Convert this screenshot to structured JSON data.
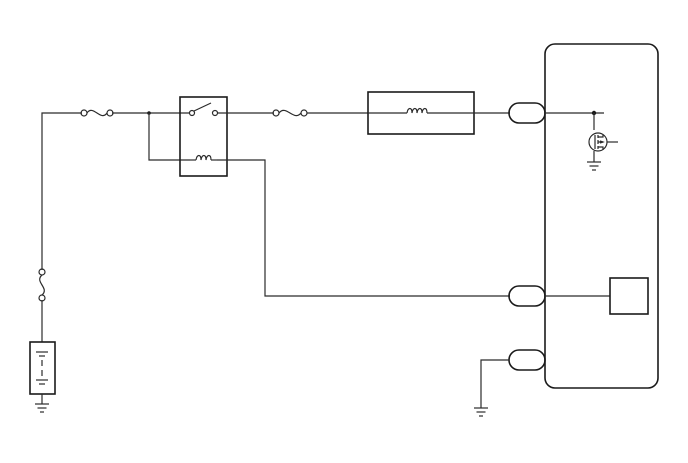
{
  "diagram": {
    "kind": "wiring-schematic",
    "colors": {
      "line": "#2b2b2b",
      "heavy": "#1a1a1a",
      "background": "#ffffff"
    },
    "components": [
      {
        "id": "battery",
        "icon": "battery-icon"
      },
      {
        "id": "fuse-vertical",
        "icon": "fuse-icon"
      },
      {
        "id": "fuse-main",
        "icon": "fuse-icon"
      },
      {
        "id": "relay",
        "icon": "relay-icon"
      },
      {
        "id": "fuse-load",
        "icon": "fuse-icon"
      },
      {
        "id": "coil-load",
        "icon": "coil-icon"
      },
      {
        "id": "connector-1",
        "icon": "connector-icon"
      },
      {
        "id": "connector-2",
        "icon": "connector-icon"
      },
      {
        "id": "connector-3",
        "icon": "connector-icon"
      },
      {
        "id": "control-module",
        "icon": "module-icon"
      },
      {
        "id": "transistor",
        "icon": "mosfet-icon"
      },
      {
        "id": "internal-block",
        "icon": "block-icon"
      }
    ]
  }
}
